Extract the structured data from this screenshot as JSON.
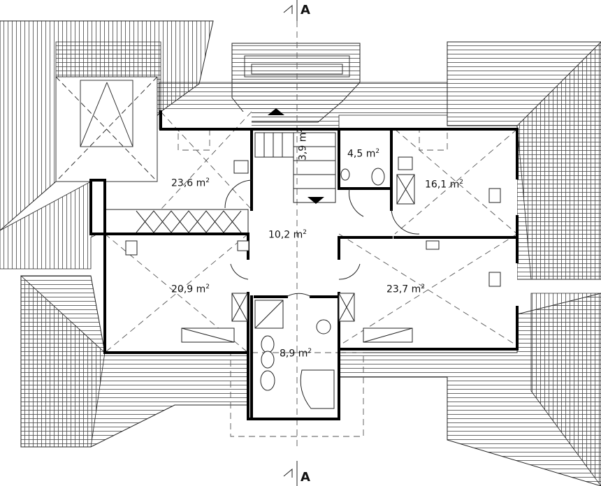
{
  "section_marks": {
    "top": "A",
    "bottom": "A"
  },
  "unit_exponent": "2",
  "rooms": [
    {
      "id": "room-bedroom-northwest",
      "area": "23,6 m"
    },
    {
      "id": "room-stairs",
      "area": "3,9 m"
    },
    {
      "id": "room-wc",
      "area": "4,5 m"
    },
    {
      "id": "room-bedroom-northeast",
      "area": "16,1 m"
    },
    {
      "id": "room-hall",
      "area": "10,2 m"
    },
    {
      "id": "room-bedroom-west",
      "area": "20,9 m"
    },
    {
      "id": "room-bedroom-east",
      "area": "23,7 m"
    },
    {
      "id": "room-bathroom",
      "area": "8,9 m"
    }
  ]
}
